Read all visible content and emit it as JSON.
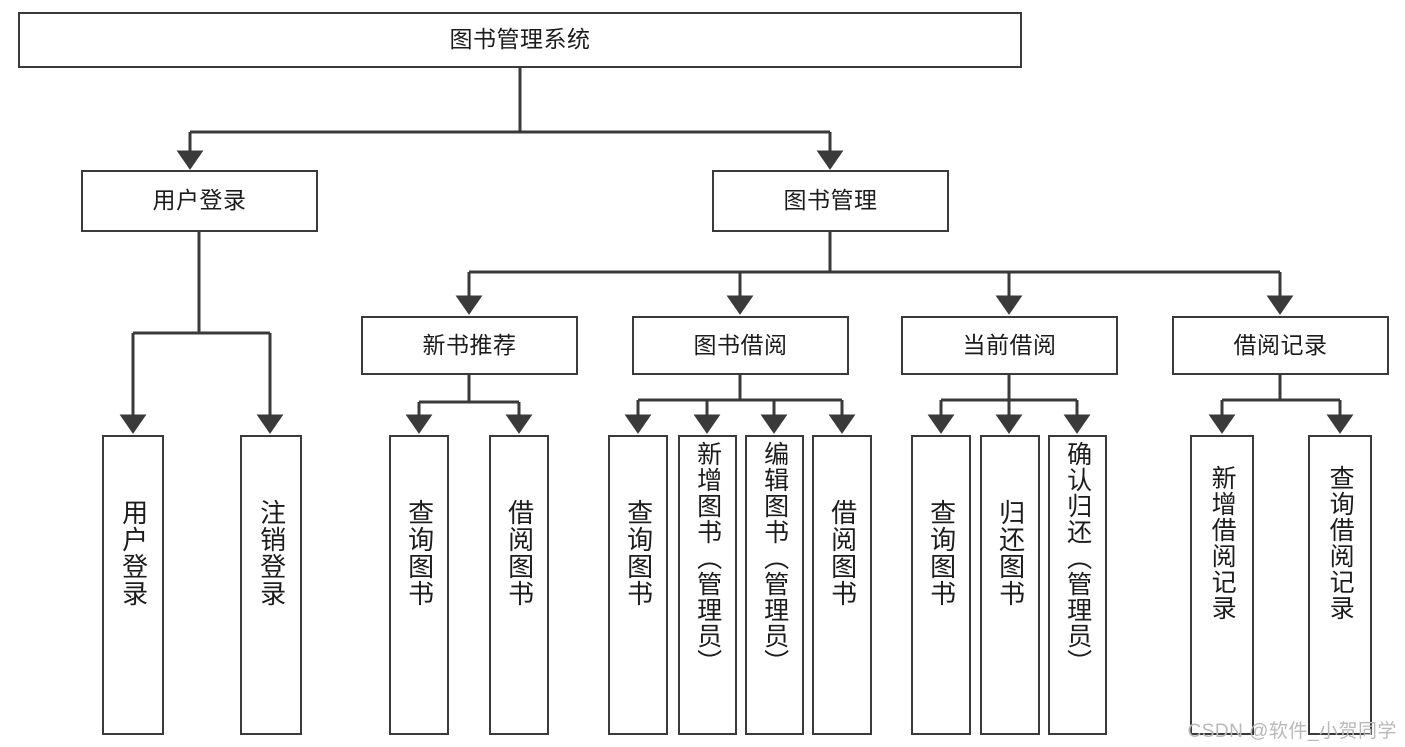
{
  "diagram": {
    "title": "图书管理系统",
    "type": "hierarchy-tree",
    "levels": 4,
    "colors": {
      "box_border": "#3a3a3a",
      "box_fill": "#ffffff",
      "edge": "#3a3a3a",
      "text": "#1c1c1c",
      "watermark": "#b9b9b9"
    },
    "nodes": {
      "root": {
        "label": "图书管理系统"
      },
      "level2": [
        {
          "label": "用户登录"
        },
        {
          "label": "图书管理"
        }
      ],
      "level3": [
        {
          "label": "新书推荐"
        },
        {
          "label": "图书借阅"
        },
        {
          "label": "当前借阅"
        },
        {
          "label": "借阅记录"
        }
      ],
      "leaves": {
        "user_login": [
          {
            "label": "用户登录"
          },
          {
            "label": "注销登录"
          }
        ],
        "new_book_recommend": [
          {
            "label": "查询图书"
          },
          {
            "label": "借阅图书"
          }
        ],
        "book_borrow": [
          {
            "label": "查询图书"
          },
          {
            "label": "新增图书（管理员）"
          },
          {
            "label": "编辑图书（管理员）"
          },
          {
            "label": "借阅图书"
          }
        ],
        "current_borrow": [
          {
            "label": "查询图书"
          },
          {
            "label": "归还图书"
          },
          {
            "label": "确认归还（管理员）"
          }
        ],
        "borrow_records": [
          {
            "label": "新增借阅记录"
          },
          {
            "label": "查询借阅记录"
          }
        ]
      }
    },
    "watermark": "CSDN @软件_小贺同学"
  }
}
